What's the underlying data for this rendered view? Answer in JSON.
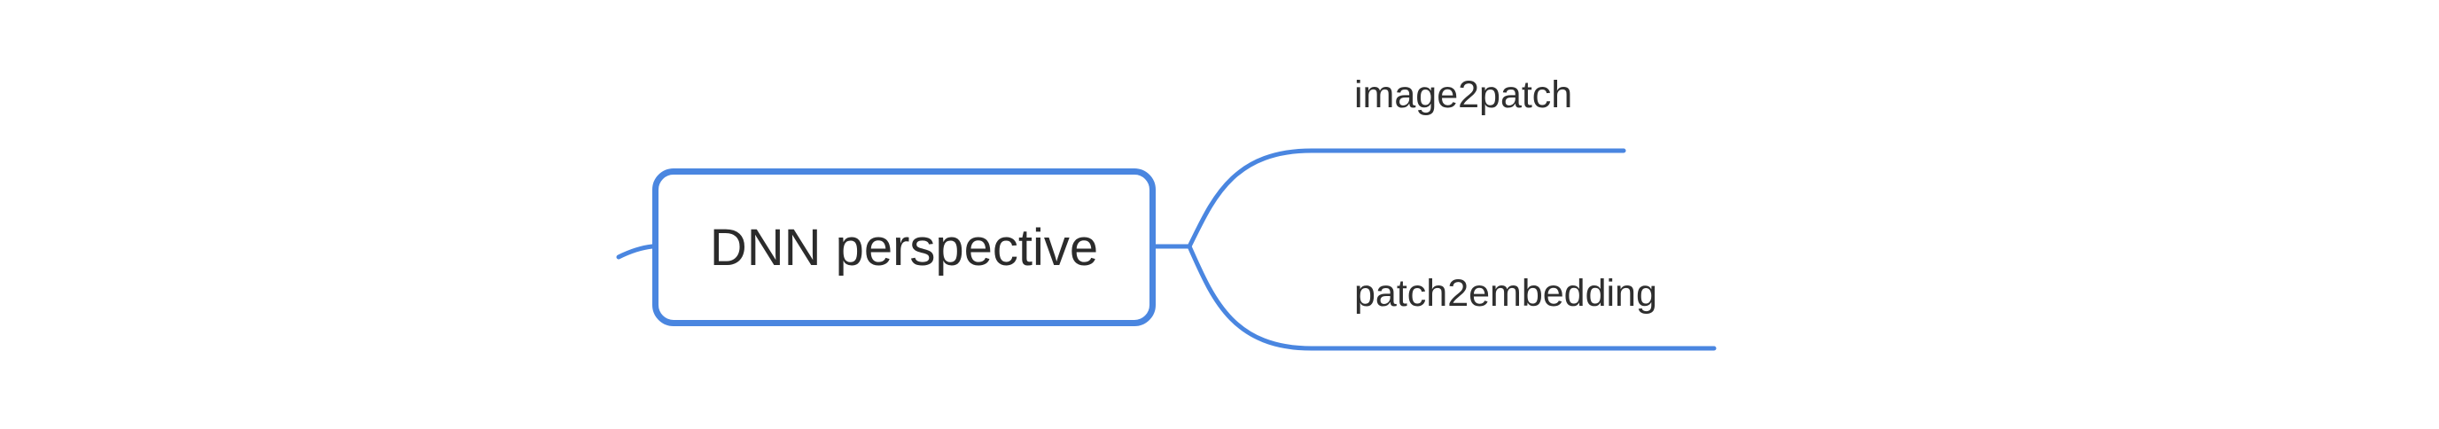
{
  "mindmap": {
    "central_topic": "DNN perspective",
    "branches": [
      {
        "label": "image2patch"
      },
      {
        "label": "patch2embedding"
      }
    ]
  },
  "colors": {
    "line": "#4a86e0",
    "node_border": "#4a86e0",
    "text": "#2b2b2b",
    "background": "#ffffff"
  }
}
